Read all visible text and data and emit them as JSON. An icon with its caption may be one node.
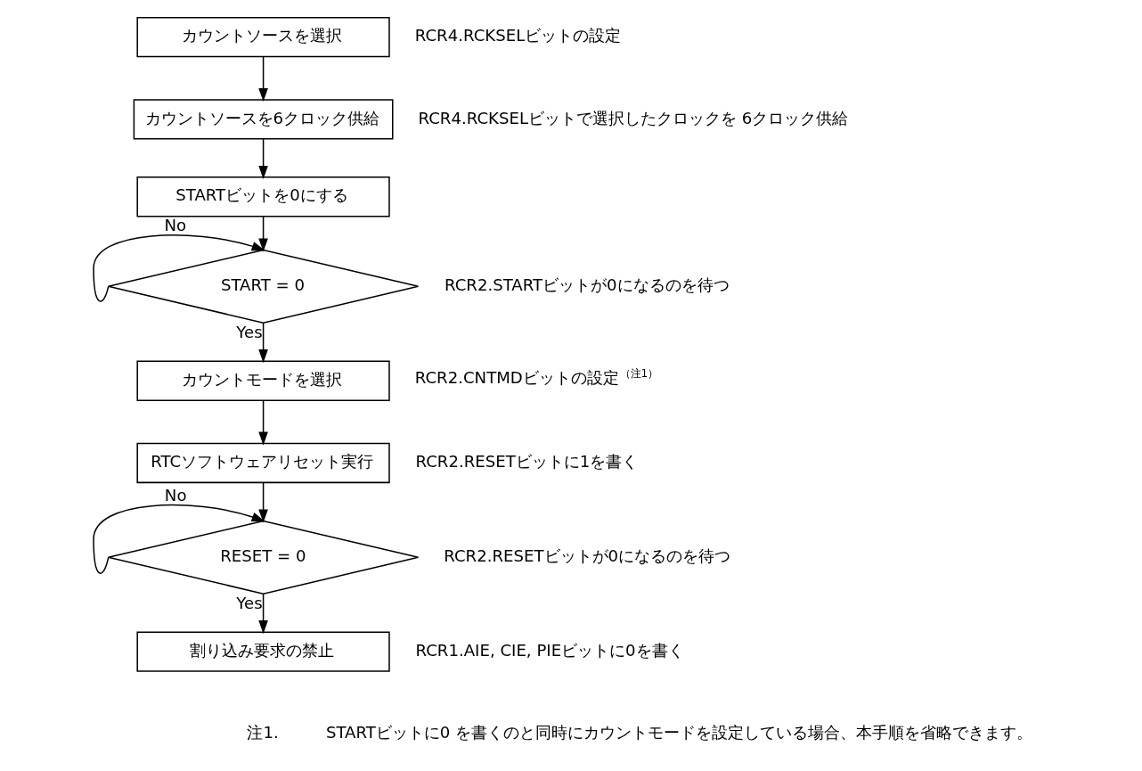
{
  "diagram": {
    "nodes": [
      {
        "text": [
          "カウントソースを選択"
        ],
        "beside": [
          "RCR4.RCKSELビットの設定"
        ]
      },
      {
        "text": [
          "カウントソースを6クロック供給"
        ],
        "beside": [
          "RCR4.RCKSELビットで選択したクロックを 6クロック供給"
        ]
      },
      {
        "text": [
          "STARTビットを0にする"
        ]
      },
      {
        "text": [
          "START = 0"
        ],
        "beside": [
          "RCR2.STARTビットが0になるのを待つ"
        ]
      },
      {
        "text": [
          "カウントモードを選択"
        ],
        "beside": [
          "RCR2.CNTMDビットの設定$^{（注1）}$"
        ]
      },
      {
        "text": [
          "RTCソフトウェアリセット実行"
        ],
        "beside": [
          "RCR2.RESETビットに1を書く"
        ]
      },
      {
        "text": [
          "RESET = 0"
        ],
        "beside": [
          "RCR2.RESETビットが0になるのを待つ"
        ]
      },
      {
        "text": [
          "割り込み要求の禁止"
        ],
        "beside": [
          "RCR1.AIE, CIE, PIEビットに0を書く"
        ]
      }
    ],
    "edges": [
      {
        "from": 0,
        "to": 1,
        "arrow": "to"
      },
      {
        "from": 1,
        "to": 2,
        "arrow": "to"
      },
      {
        "from": 2,
        "to": 3,
        "arrow": "to"
      },
      {
        "from": 3,
        "to": 3,
        "arrow": "to",
        "label": "No"
      },
      {
        "from": 3,
        "to": 4,
        "arrow": "to",
        "label": "Yes"
      },
      {
        "from": 4,
        "to": 5,
        "arrow": "to"
      },
      {
        "from": 5,
        "to": 6,
        "arrow": "to"
      },
      {
        "from": 6,
        "to": 6,
        "arrow": "to",
        "label": "No"
      },
      {
        "from": 6,
        "to": 7,
        "arrow": "to",
        "label": "Yes"
      }
    ],
    "labels": [
      "注1.",
      "STARTビットに0 を書くのと同時にカウントモードを設定している場合、本手順を省略できます。"
    ]
  }
}
